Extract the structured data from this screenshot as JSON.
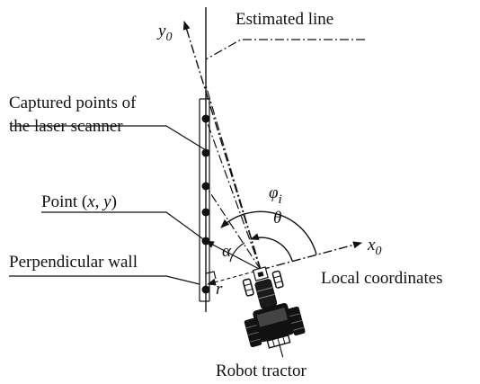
{
  "labels": {
    "estimated_line": "Estimated line",
    "captured_points_line1": "Captured points of",
    "captured_points_line2": "the laser scanner",
    "point_prefix": "Point (",
    "point_x": "x",
    "point_sep": ", ",
    "point_y": "y",
    "point_suffix": ")",
    "perpendicular_wall": "Perpendicular wall",
    "local_coordinates": "Local coordinates",
    "robot_tractor": "Robot tractor"
  },
  "symbols": {
    "y_axis": "y",
    "y_axis_sub": "0",
    "x_axis": "x",
    "x_axis_sub": "0",
    "phi": "φ",
    "phi_sub": "i",
    "theta": "θ",
    "alpha": "α",
    "r": "r"
  },
  "scan_point_count": 6
}
